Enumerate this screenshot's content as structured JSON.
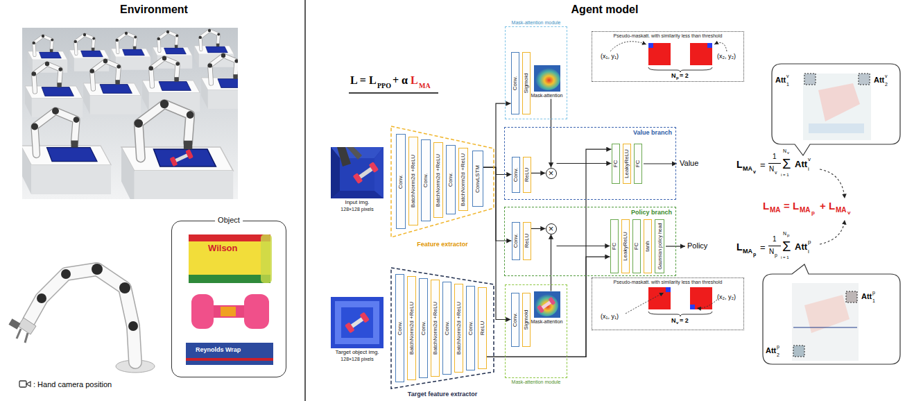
{
  "diagram": {
    "nodes": [
      {
        "text": [
          "Object"
        ]
      },
      {
        "text": [
          "Input img.",
          "128×128 pixels"
        ]
      },
      {
        "text": [
          "Feature extractor"
        ]
      },
      {
        "text": [
          "Conv."
        ],
        "in": 2
      },
      {
        "text": [
          "BatchNorm2d +ReLU"
        ],
        "in": 2
      },
      {
        "text": [
          "Conv."
        ],
        "in": 2
      },
      {
        "text": [
          "BatchNorm2d +ReLU"
        ],
        "in": 2
      },
      {
        "text": [
          "Conv."
        ],
        "in": 2
      },
      {
        "text": [
          "BatchNorm2d +ReLU"
        ],
        "in": 2
      },
      {
        "text": [
          "ConvLSTM"
        ],
        "in": 2
      },
      {
        "text": [
          "Target object img.",
          "128×128 pixels"
        ]
      },
      {
        "text": [
          "Target feature extractor"
        ]
      },
      {
        "text": [
          "Conv."
        ],
        "in": 11
      },
      {
        "text": [
          "BatchNorm2d +ReLU"
        ],
        "in": 11
      },
      {
        "text": [
          "Conv."
        ],
        "in": 11
      },
      {
        "text": [
          "BatchNorm2d +ReLU"
        ],
        "in": 11
      },
      {
        "text": [
          "Conv."
        ],
        "in": 11
      },
      {
        "text": [
          "BatchNorm2d +ReLU"
        ],
        "in": 11
      },
      {
        "text": [
          "Conv."
        ],
        "in": 11
      },
      {
        "text": [
          "ReLU"
        ],
        "in": 11
      },
      {
        "text": [
          "Mask-attention module"
        ]
      },
      {
        "text": [
          "Conv."
        ],
        "in": 20
      },
      {
        "text": [
          "Sigmoid"
        ],
        "in": 20
      },
      {
        "text": [
          "Mask-attention"
        ],
        "in": 20
      },
      {
        "text": [
          "Value branch"
        ]
      },
      {
        "text": [
          "Conv."
        ],
        "in": 24
      },
      {
        "text": [
          "ReLU"
        ],
        "in": 24
      },
      {
        "text": [
          "×"
        ],
        "in": 24
      },
      {
        "text": [
          "FC"
        ],
        "in": 24
      },
      {
        "text": [
          "LeakyReLU"
        ],
        "in": 24
      },
      {
        "text": [
          "FC"
        ],
        "in": 24
      },
      {
        "text": [
          "Policy branch"
        ]
      },
      {
        "text": [
          "Conv."
        ],
        "in": 31
      },
      {
        "text": [
          "ReLU"
        ],
        "in": 31
      },
      {
        "text": [
          "×"
        ],
        "in": 31
      },
      {
        "text": [
          "FC"
        ],
        "in": 31
      },
      {
        "text": [
          "LeakyReLU"
        ],
        "in": 31
      },
      {
        "text": [
          "FC"
        ],
        "in": 31
      },
      {
        "text": [
          "tanh"
        ],
        "in": 31
      },
      {
        "text": [
          "Gaussian policy head"
        ],
        "in": 31
      },
      {
        "text": [
          "Mask-attention module"
        ]
      },
      {
        "text": [
          "Conv."
        ],
        "in": 40
      },
      {
        "text": [
          "Sigmoid"
        ],
        "in": 40
      },
      {
        "text": [
          "Mask-attention"
        ],
        "in": 40
      },
      {
        "text": [
          "Pseudo-maskatt. with similarity less than threshold"
        ]
      },
      {
        "text": [
          "Pseudo-maskatt. with similarity less than threshold"
        ]
      }
    ],
    "edges": [
      {
        "from": 9,
        "to": 21,
        "arrow": "to"
      },
      {
        "from": 9,
        "to": 25,
        "arrow": "to"
      },
      {
        "from": 9,
        "to": 32,
        "arrow": "to"
      },
      {
        "from": 9,
        "to": 41,
        "arrow": "to"
      },
      {
        "from": 23,
        "to": 27,
        "arrow": "to"
      },
      {
        "from": 26,
        "to": 27,
        "arrow": "to"
      },
      {
        "from": 27,
        "to": 28,
        "arrow": "to"
      },
      {
        "from": 19,
        "to": 28,
        "arrow": "to"
      },
      {
        "from": 19,
        "to": 35,
        "arrow": "to"
      },
      {
        "from": 33,
        "to": 34,
        "arrow": "to"
      },
      {
        "from": 34,
        "to": 35,
        "arrow": "to"
      },
      {
        "from": 43,
        "to": 34,
        "arrow": "to"
      }
    ],
    "labels": [
      "Environment",
      "Agent model",
      "Wilson",
      "Reynolds Wrap",
      ": Hand camera position",
      "L = L",
      "PPO",
      "+ α",
      "L",
      "MA",
      "Value",
      "Policy",
      "(x₁, y₁)",
      "(x₂, y₂)",
      "N",
      "p",
      "= 2",
      "(x₁, y₁)",
      "(x₂, y₂)",
      "N",
      "v",
      "= 2",
      "L",
      "MA",
      "v",
      "=",
      "1",
      "N",
      "v",
      "Σ",
      "N",
      "v",
      "i = 1",
      "Att",
      "i",
      "v",
      "L",
      "MA",
      "= L",
      "MA",
      "p",
      "+ L",
      "MA",
      "v",
      "L",
      "MA",
      "p",
      "=",
      "1",
      "N",
      "p",
      "Σ",
      "N",
      "p",
      "i = 1",
      "Att",
      "i",
      "p",
      "Att",
      "1",
      "v",
      "Att",
      "2",
      "v",
      "Att",
      "1",
      "p",
      "Att",
      "2",
      "p"
    ]
  }
}
